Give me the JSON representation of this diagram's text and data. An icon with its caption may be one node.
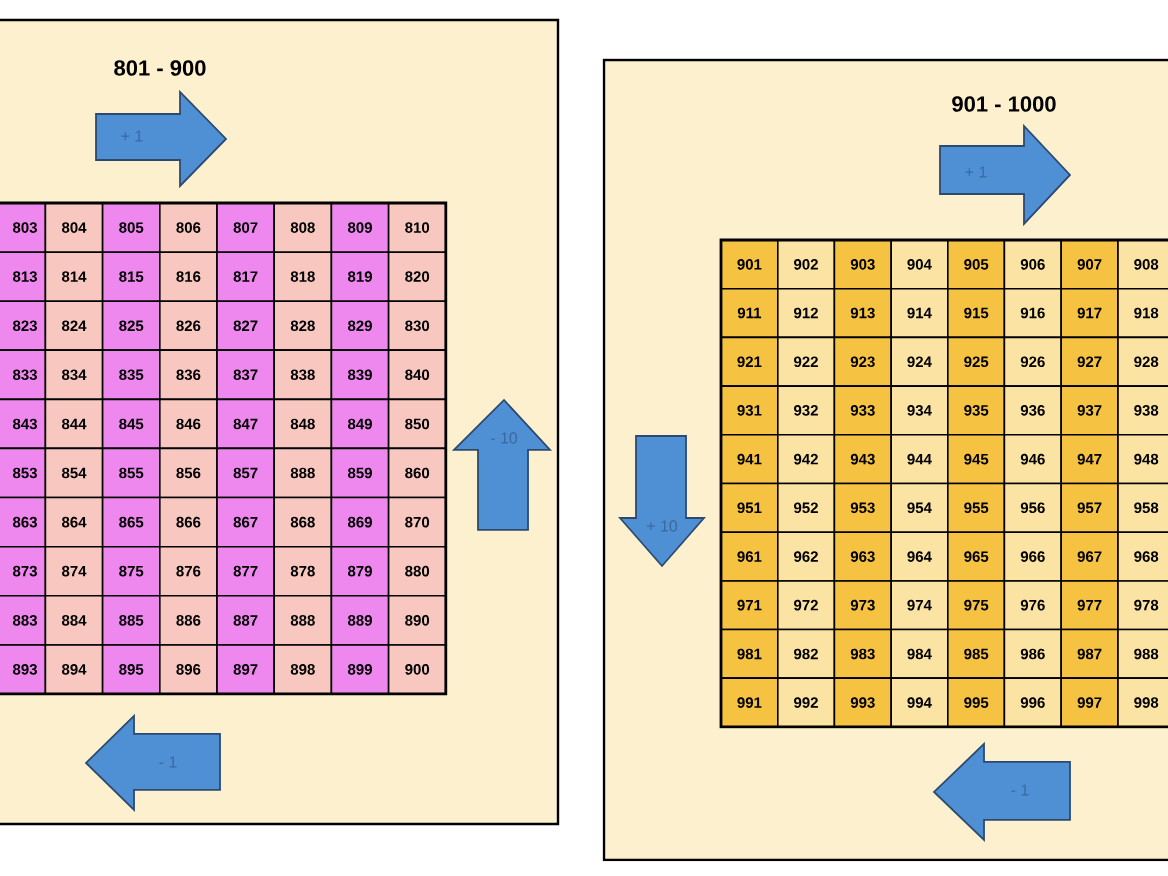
{
  "diagram": {
    "nodes": [
      {
        "text": [
          "801 - 900"
        ]
      },
      {
        "text": [
          "901 - 1000"
        ]
      }
    ],
    "labels": [
      "+ 1",
      "803",
      "804",
      "805",
      "806",
      "807",
      "808",
      "809",
      "810",
      "813",
      "814",
      "815",
      "816",
      "817",
      "818",
      "819",
      "820",
      "823",
      "824",
      "825",
      "826",
      "827",
      "828",
      "829",
      "830",
      "833",
      "834",
      "835",
      "836",
      "837",
      "838",
      "839",
      "840",
      "843",
      "844",
      "845",
      "846",
      "847",
      "848",
      "849",
      "850",
      "853",
      "854",
      "855",
      "856",
      "857",
      "888",
      "859",
      "860",
      "863",
      "864",
      "865",
      "866",
      "867",
      "868",
      "869",
      "870",
      "873",
      "874",
      "875",
      "876",
      "877",
      "878",
      "879",
      "880",
      "883",
      "884",
      "885",
      "886",
      "887",
      "888",
      "889",
      "890",
      "893",
      "894",
      "895",
      "896",
      "897",
      "898",
      "899",
      "900",
      "- 10",
      "- 1",
      "+ 1",
      "901",
      "902",
      "903",
      "904",
      "905",
      "906",
      "907",
      "908",
      "911",
      "912",
      "913",
      "914",
      "915",
      "916",
      "917",
      "918",
      "921",
      "922",
      "923",
      "924",
      "925",
      "926",
      "927",
      "928",
      "931",
      "932",
      "933",
      "934",
      "935",
      "936",
      "937",
      "938",
      "941",
      "942",
      "943",
      "944",
      "945",
      "946",
      "947",
      "948",
      "951",
      "952",
      "953",
      "954",
      "955",
      "956",
      "957",
      "958",
      "961",
      "962",
      "963",
      "964",
      "965",
      "966",
      "967",
      "968",
      "971",
      "972",
      "973",
      "974",
      "975",
      "976",
      "977",
      "978",
      "981",
      "982",
      "983",
      "984",
      "985",
      "986",
      "987",
      "988",
      "991",
      "992",
      "993",
      "994",
      "995",
      "996",
      "997",
      "998",
      "+ 10",
      "- 1"
    ]
  }
}
